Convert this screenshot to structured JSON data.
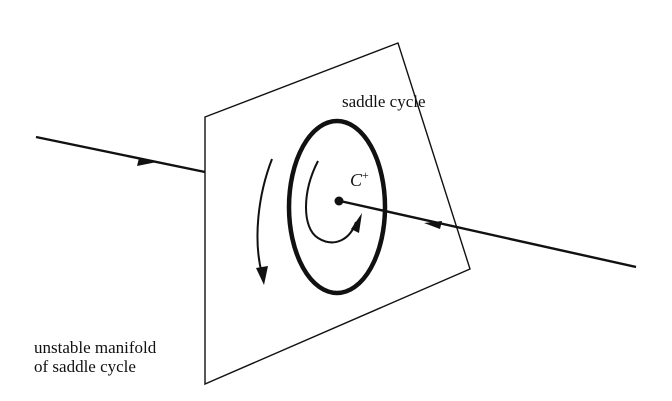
{
  "labels": {
    "saddle_cycle": "saddle cycle",
    "fixed_point_letter": "C",
    "fixed_point_sign": "+",
    "manifold_line1": "unstable manifold",
    "manifold_line2": "of saddle cycle"
  },
  "colors": {
    "ink": "#111111",
    "background": "#ffffff"
  }
}
